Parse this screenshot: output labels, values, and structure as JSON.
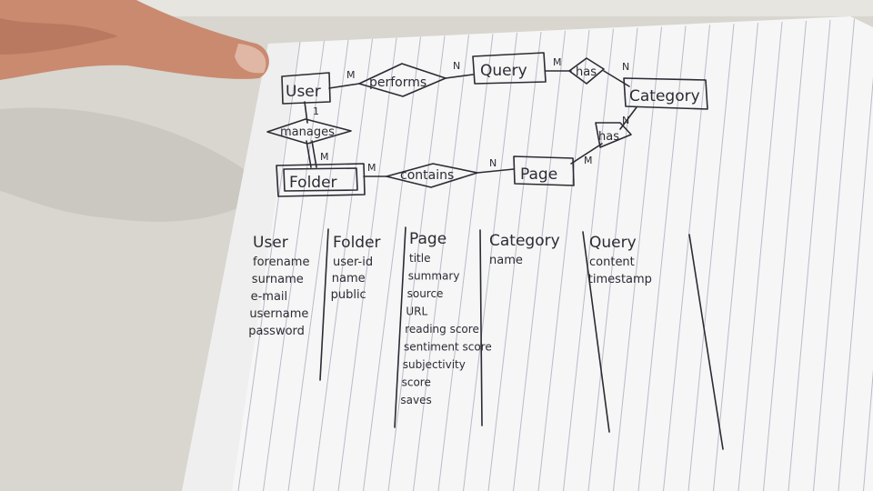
{
  "entities": {
    "user": "User",
    "query": "Query",
    "category": "Category",
    "folder": "Folder",
    "page": "Page"
  },
  "relationships": {
    "performs": "performs",
    "has_query_category": "has",
    "has_page_category": "has",
    "manages": "manages",
    "contains": "contains"
  },
  "cardinalities": {
    "user_performs": "M",
    "performs_query": "N",
    "query_has": "M",
    "has_category": "N",
    "category_has": "N",
    "has_page": "M",
    "user_manages": "1",
    "manages_folder": "M",
    "folder_contains": "M",
    "contains_page": "N"
  },
  "tables": [
    {
      "name": "User",
      "fields": [
        "forename",
        "surname",
        "e-mail",
        "username",
        "password"
      ]
    },
    {
      "name": "Folder",
      "fields": [
        "user-id",
        "name",
        "public"
      ]
    },
    {
      "name": "Page",
      "fields": [
        "title",
        "summary",
        "source",
        "URL",
        "reading score",
        "sentiment score",
        "subjectivity",
        "score",
        "saves"
      ]
    },
    {
      "name": "Category",
      "fields": [
        "name"
      ]
    },
    {
      "name": "Query",
      "fields": [
        "content",
        "timestamp"
      ]
    }
  ]
}
